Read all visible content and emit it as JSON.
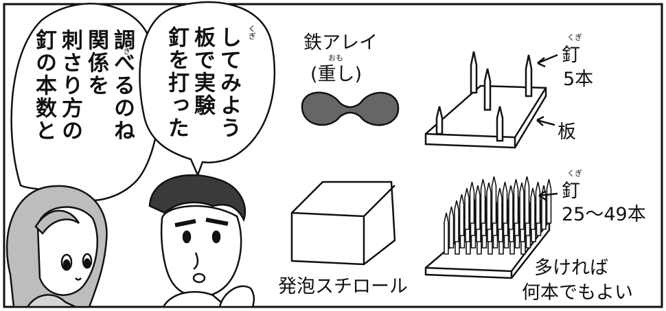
{
  "speech_left": {
    "lines": [
      "釘の本数と",
      "刺さり方の",
      "関係を",
      "調べるのね"
    ],
    "ruby": "くぎ"
  },
  "speech_right": {
    "lines": [
      "釘を打った",
      "板で実験",
      "してみよう"
    ],
    "ruby": "くぎ"
  },
  "labels": {
    "dumbbell_line1": "鉄アレイ",
    "dumbbell_line2": "(重し)",
    "dumbbell_ruby": "おも",
    "nail5_label": "釘",
    "nail5_ruby": "くぎ",
    "nail5_count": "5本",
    "board": "板",
    "nail_many_label": "釘",
    "nail_many_ruby": "くぎ",
    "nail_many_count": "25〜49本",
    "styrofoam": "発泡スチロール",
    "note_line1": "多ければ",
    "note_line2": "何本でもよい"
  }
}
